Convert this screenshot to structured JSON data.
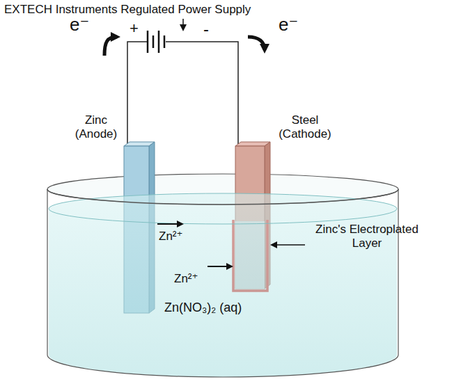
{
  "diagram": {
    "labels": [
      "EXTECH Instruments Regulated Power Supply",
      "e⁻",
      "+",
      "-",
      "e⁻",
      "Zinc (Anode)",
      "Steel (Cathode)",
      "Zn²⁺",
      "Zn²⁺",
      "Zinc's Electroplated Layer",
      "Zn(NO₃)₂ (aq)"
    ]
  }
}
